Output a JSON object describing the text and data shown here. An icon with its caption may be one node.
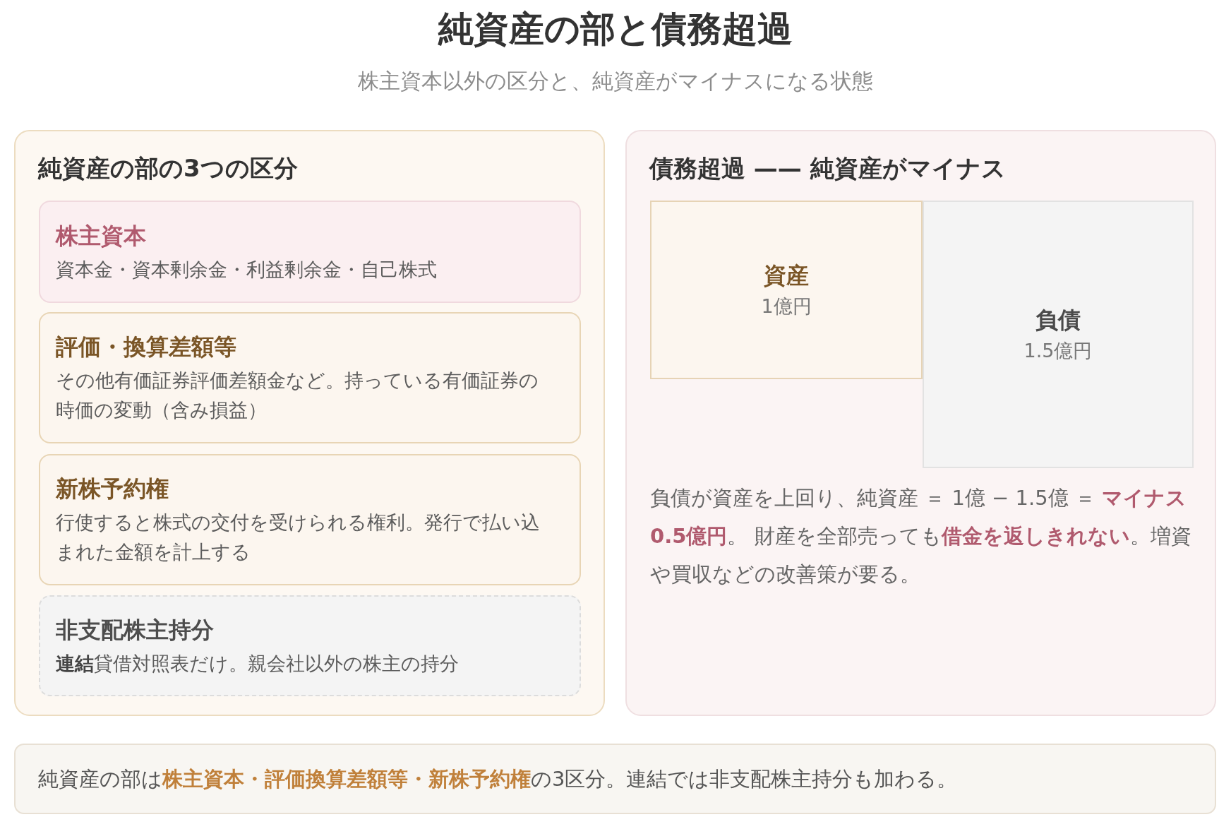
{
  "diagram": {
    "title": "純資産の部と債務超過",
    "nodes": [
      {
        "text": [
          "純資産の部の3つの区分"
        ]
      },
      {
        "text": [
          "株主資本",
          "資本金・資本剰余金・利益剰余金・自己株式"
        ],
        "in": 0
      },
      {
        "text": [
          "評価・換算差額等",
          "その他有価証券評価差額金など。持っている有価証券の時価の変動（含み損益）"
        ],
        "in": 0
      },
      {
        "text": [
          "新株予約権",
          "行使すると株式の交付を受けられる権利。発行で払い込まれた金額を計上する"
        ],
        "in": 0
      },
      {
        "text": [
          "非支配株主持分",
          "**連結**貸借対照表だけ。親会社以外の株主の持分"
        ],
        "in": 0
      },
      {
        "text": [
          "債務超過 —— 純資産がマイナス",
          "負債が資産を上回り、純資産 ＝ 1億 − 1.5億 ＝ **マイナス0.5億円**。 財産を全部売っても**借金を返しきれない**。増資や買収などの改善策が要る。"
        ]
      },
      {
        "text": [
          "資産",
          "1億円"
        ],
        "in": 5
      },
      {
        "text": [
          "負債",
          "1.5億円"
        ],
        "in": 5
      },
      {
        "text": [
          "純資産の部は**株主資本・評価換算差額等・新株予約権**の3区分。連結では非支配株主持分も加わる。"
        ]
      }
    ],
    "labels": [
      "株主資本以外の区分と、純資産がマイナスになる状態"
    ]
  }
}
